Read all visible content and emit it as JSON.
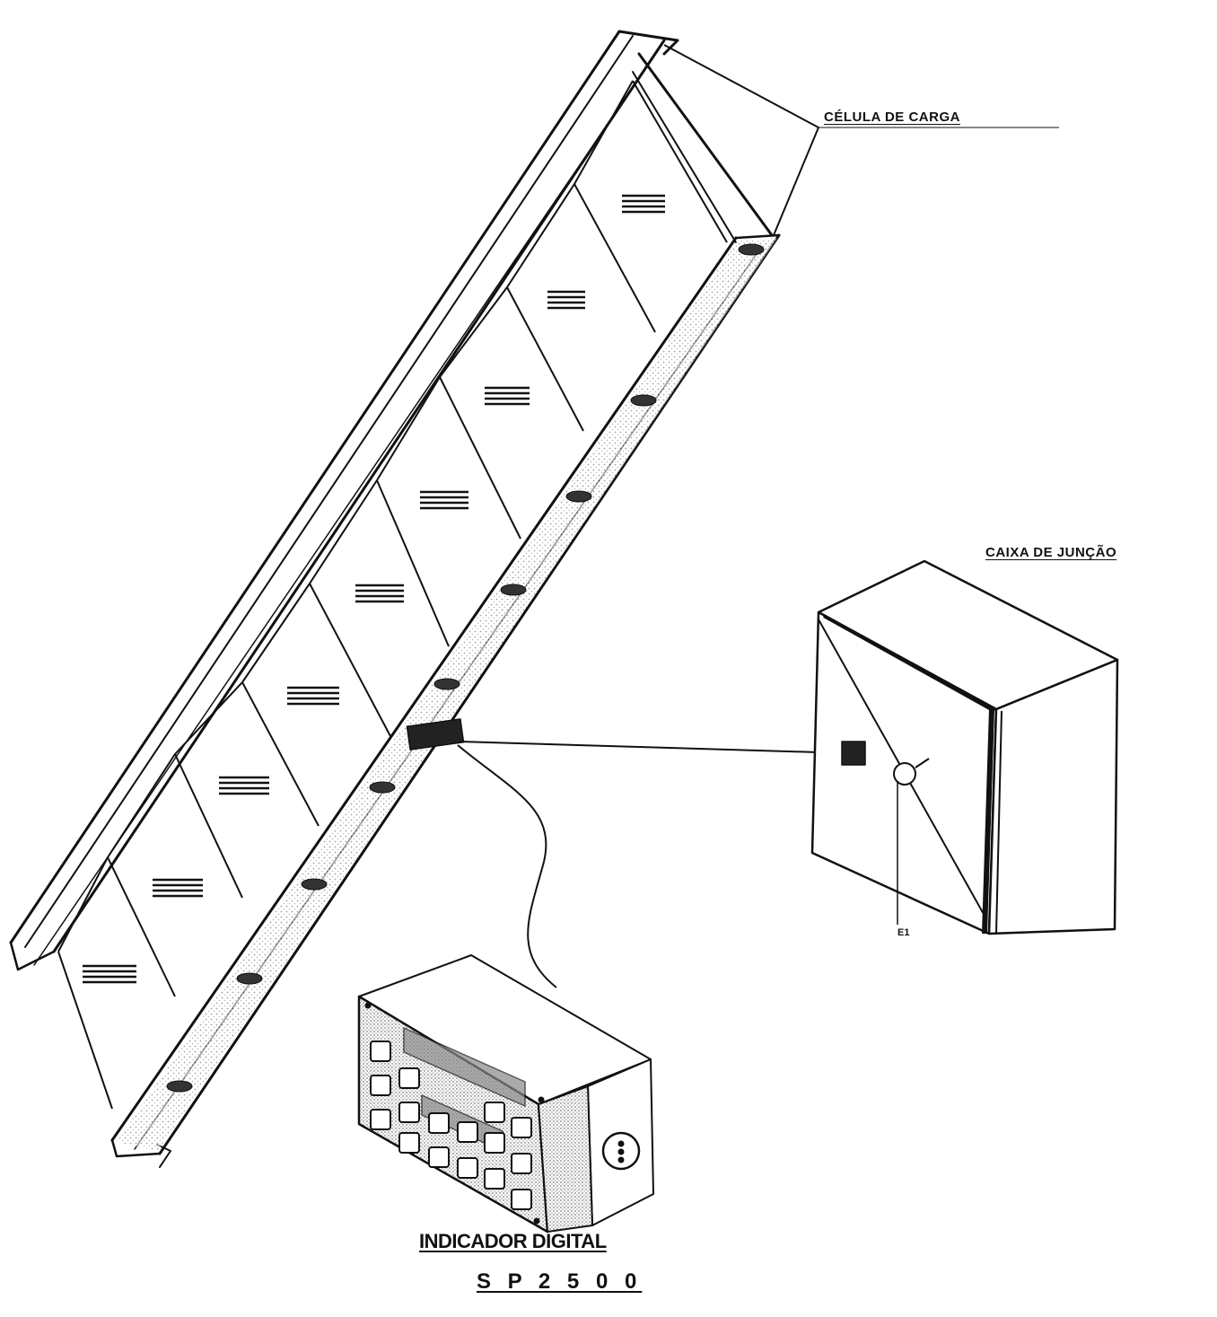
{
  "labels": {
    "load_cell": "CÉLULA DE CARGA",
    "junction_box": "CAIXA DE JUNÇÃO",
    "junction_mark": "E1",
    "indicator": "INDICADOR DIGITAL",
    "model": "S P 2 5 0 0"
  },
  "components": {
    "belt_conveyor_frame": "belt-conveyor-scale",
    "load_cell": "load-cell",
    "junction_box": "junction-box",
    "digital_indicator": "digital-indicator"
  },
  "colors": {
    "ink": "#111111",
    "paper": "#ffffff",
    "stipple": "#555555"
  }
}
